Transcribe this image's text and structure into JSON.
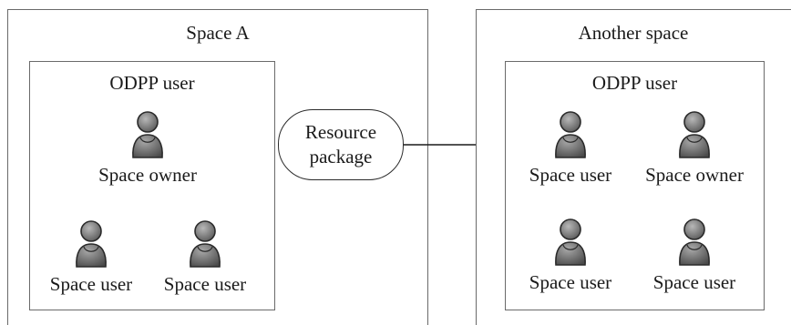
{
  "left_space": {
    "title": "Space A",
    "inner_title": "ODPP user",
    "users": [
      {
        "label": "Space owner"
      },
      {
        "label": "Space user"
      },
      {
        "label": "Space user"
      }
    ]
  },
  "resource": {
    "line1": "Resource",
    "line2": "package"
  },
  "right_space": {
    "title": "Another space",
    "inner_title": "ODPP user",
    "users": [
      {
        "label": "Space user"
      },
      {
        "label": "Space owner"
      },
      {
        "label": "Space user"
      },
      {
        "label": "Space user"
      }
    ]
  }
}
